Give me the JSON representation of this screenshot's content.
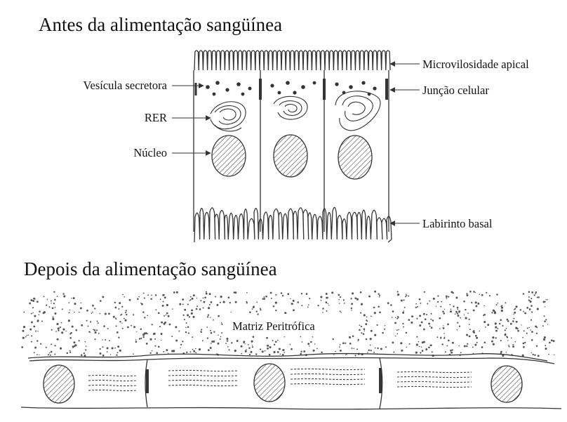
{
  "before": {
    "title": "Antes da alimentação sangüínea",
    "labels": {
      "secretory_vesicle": "Vesícula secretora",
      "rer": "RER",
      "nucleus": "Núcleo",
      "apical_microvilli": "Microvilosidade apical",
      "cell_junction": "Junção celular",
      "basal_labyrinth": "Labirinto basal"
    }
  },
  "after": {
    "title": "Depois da alimentação sangüínea",
    "labels": {
      "peritrophic_matrix": "Matriz Peritrófica"
    }
  },
  "colors": {
    "ink": "#333333",
    "hatch": "#555555"
  }
}
